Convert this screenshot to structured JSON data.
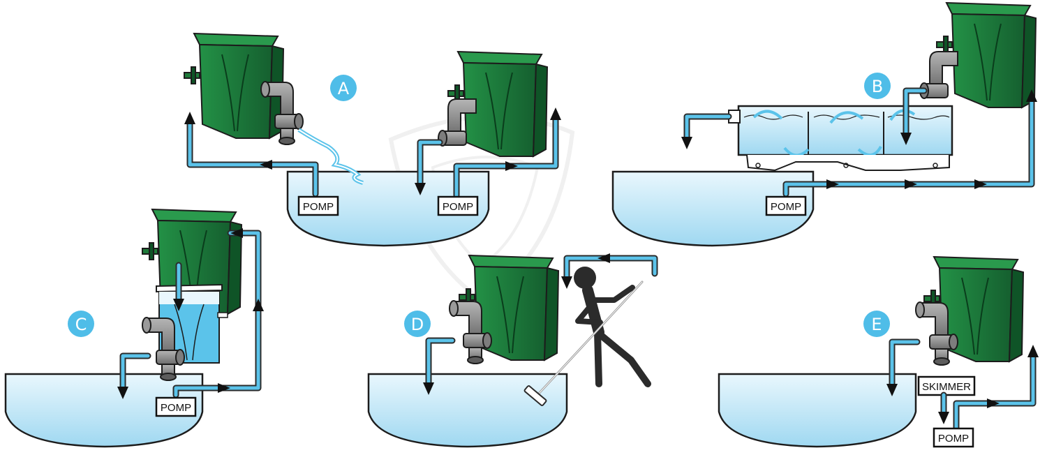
{
  "colors": {
    "water": "#cbeaf8",
    "pipe": "#5bc3ea",
    "filter": "#1f7a3a",
    "filter_dark": "#0f5427",
    "fitting": "#8c8c8c",
    "badge": "#4fbde8"
  },
  "icons": [
    "filter-box",
    "pipe-elbow",
    "pump-box",
    "person-cleaning-icon",
    "flow-arrow-icon",
    "watermark-shield-icon"
  ],
  "panels": {
    "A": {
      "badge": "A",
      "pump_left": "POMP",
      "pump_right": "POMP"
    },
    "B": {
      "badge": "B",
      "pump": "POMP"
    },
    "C": {
      "badge": "C",
      "pump": "POMP"
    },
    "D": {
      "badge": "D"
    },
    "E": {
      "badge": "E",
      "skimmer": "SKIMMER",
      "pump": "POMP"
    }
  }
}
